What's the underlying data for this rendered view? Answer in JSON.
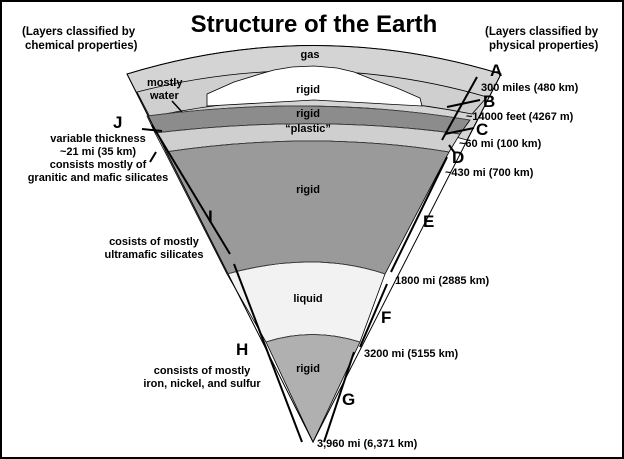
{
  "title": "Structure of the Earth",
  "header_left": [
    "(Layers classified by",
    "chemical properties)"
  ],
  "header_right": [
    "(Layers classified by",
    "physical properties)"
  ],
  "inner": {
    "gas": "gas",
    "rigid_top": "rigid",
    "mostly_water": [
      "mostly",
      "water"
    ],
    "rigid_band": "rigid",
    "plastic": "“plastic”",
    "rigid_mantle": "rigid",
    "liquid": "liquid",
    "rigid_core": "rigid"
  },
  "letters": {
    "A": "A",
    "B": "B",
    "C": "C",
    "D": "D",
    "E": "E",
    "F": "F",
    "G": "G",
    "H": "H",
    "I": "I",
    "J": "J"
  },
  "right_labels": {
    "A": "300 miles (480 km)",
    "B": "~14000 feet (4267 m)",
    "C": "~60 mi (100 km)",
    "D": "~430 mi (700 km)",
    "E": "1800 mi (2885 km)",
    "F": "3200 mi (5155 km)",
    "G": "3,960 mi (6,371 km)"
  },
  "left_labels": {
    "J": [
      "variable thickness",
      "~21 mi (35 km)",
      "consists mostly of",
      "granitic and mafic silicates"
    ],
    "I": [
      "cosists of mostly",
      "ultramafic silicates"
    ],
    "H": [
      "consists of mostly",
      "iron, nickel, and sulfur"
    ]
  },
  "colors": {
    "gas": "#d4d4d4",
    "rigid_cap": "#ffffff",
    "band_dark": "#8c8c8c",
    "band_light": "#cfcfcf",
    "mantle": "#9a9a9a",
    "liquid": "#f2f2f2",
    "core": "#b0b0b0",
    "outline": "#000000"
  }
}
